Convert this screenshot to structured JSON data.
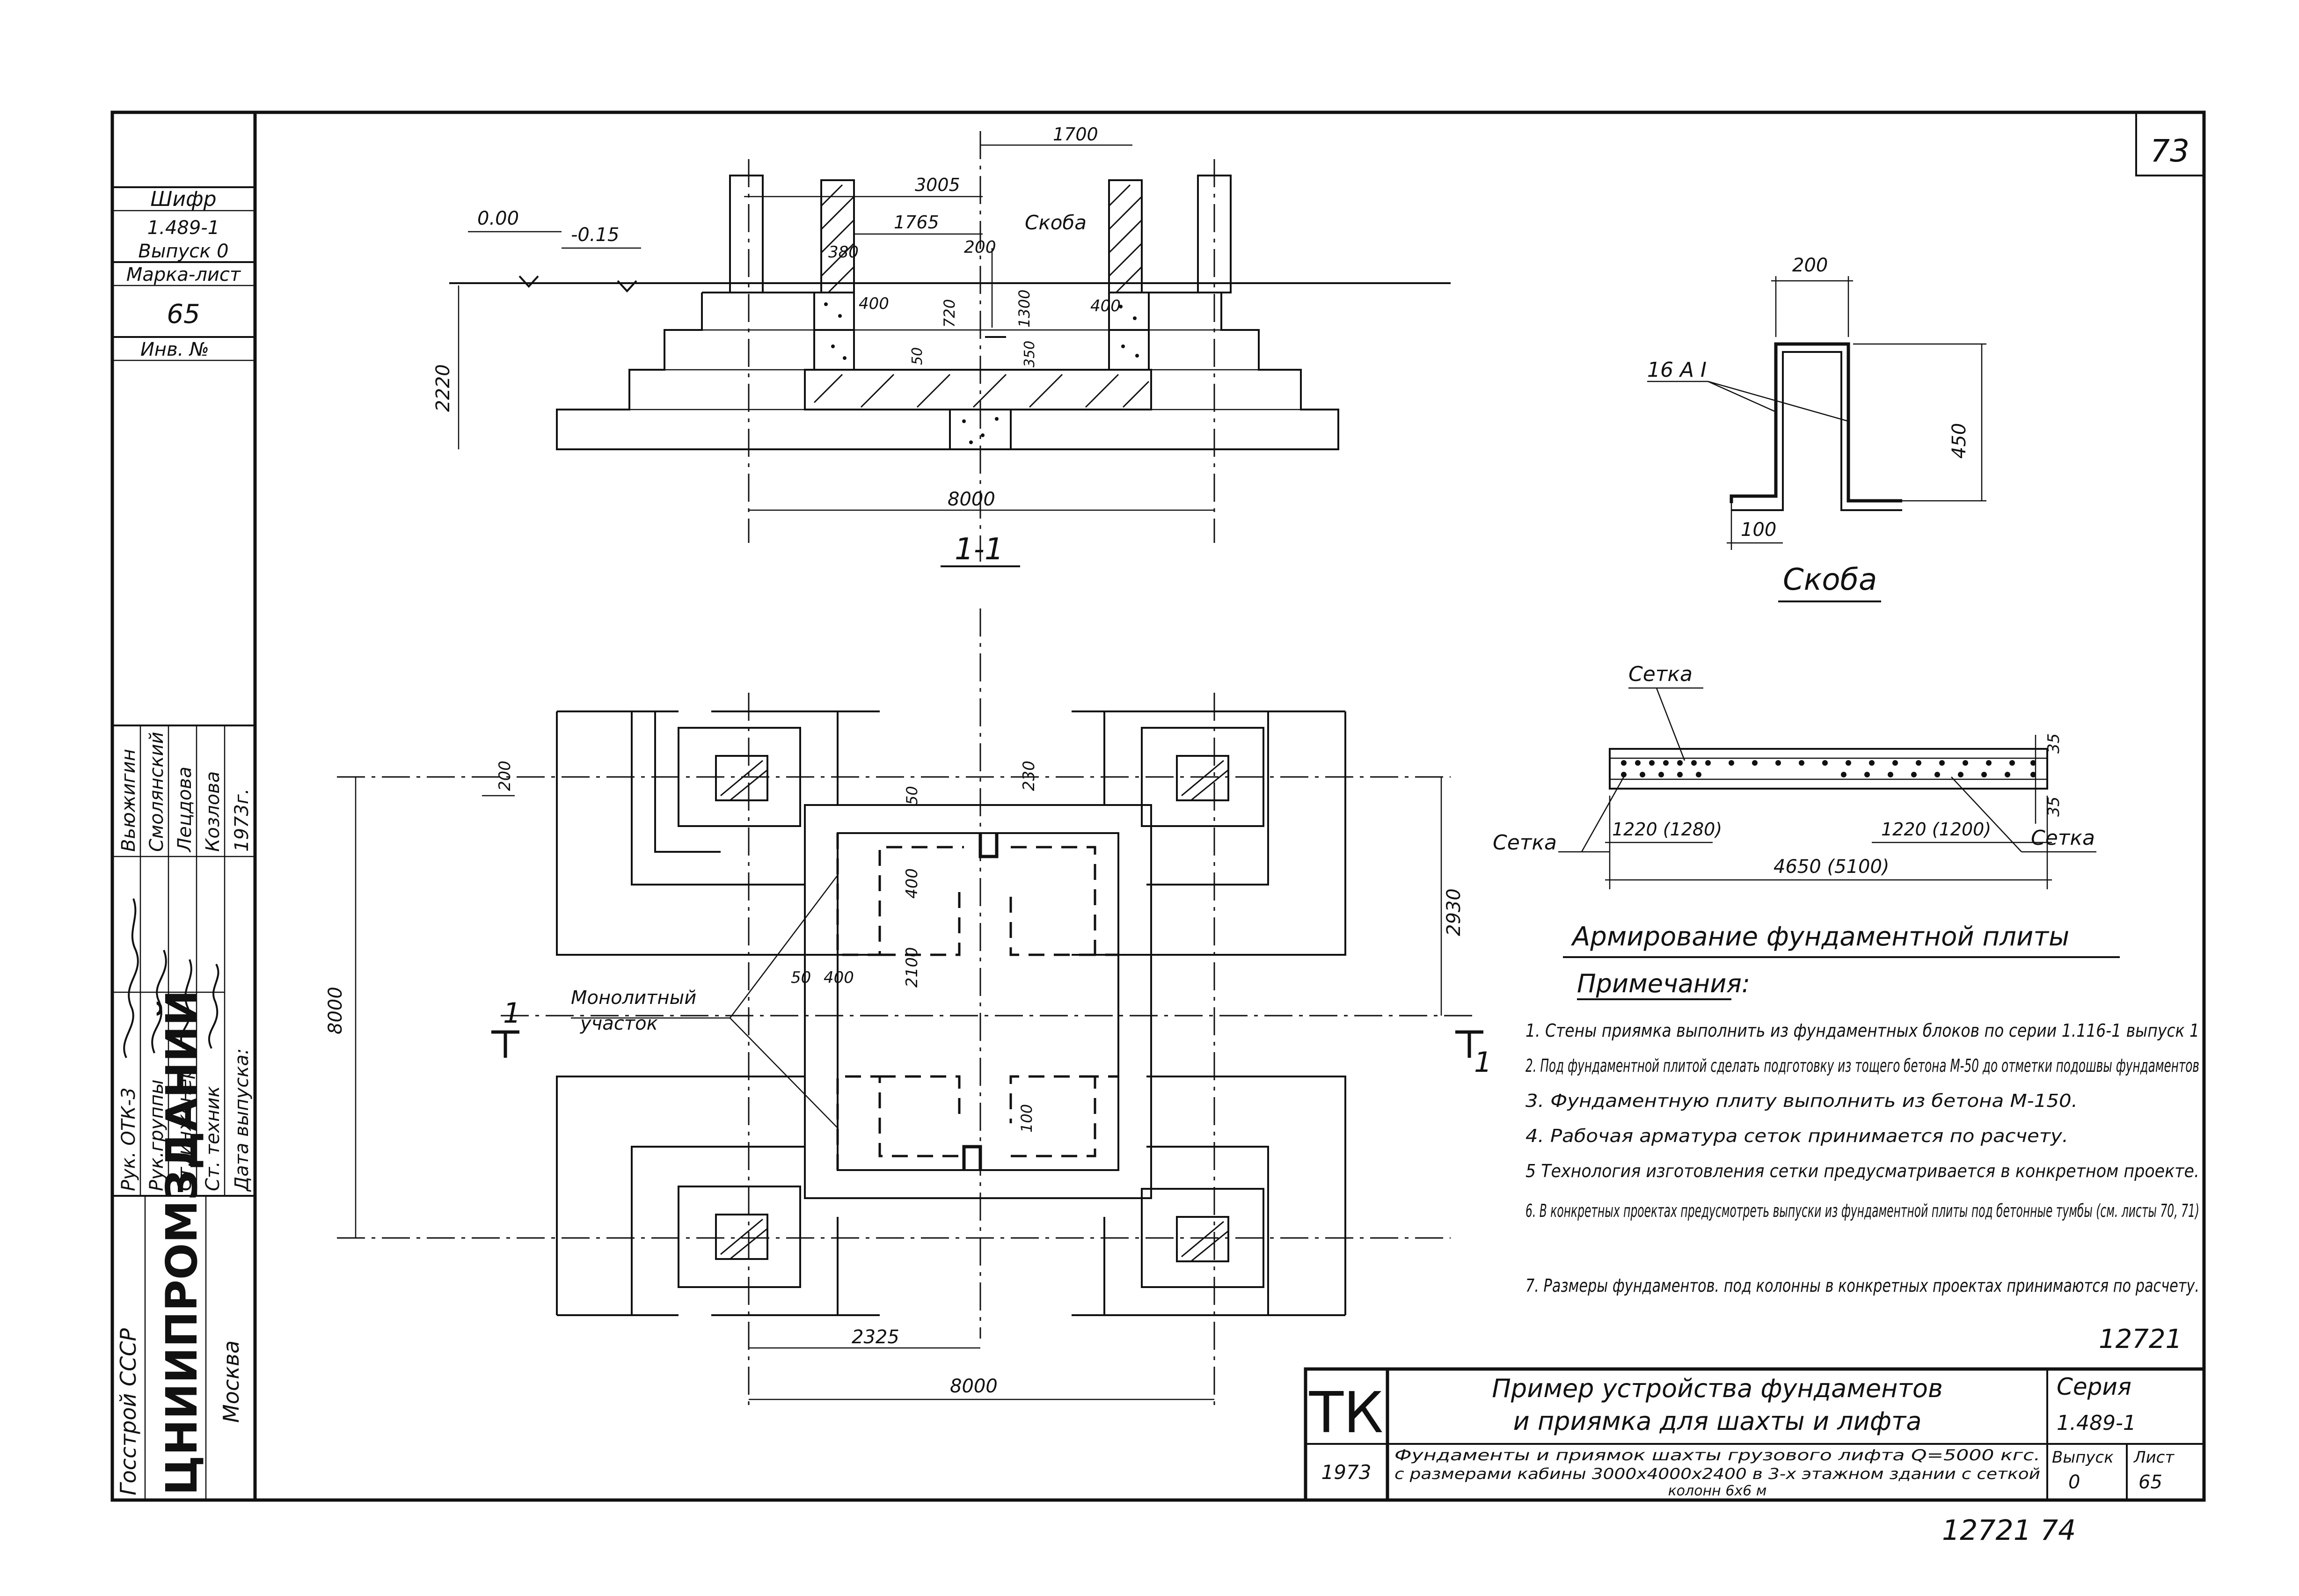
{
  "sheet": {
    "sheet_number": "73",
    "archive_number": "12721",
    "bottom_number": "12721 74"
  },
  "side_stamp": {
    "cipher_label": "Шифр",
    "cipher_value": "1.489-1",
    "issue": "Выпуск 0",
    "mark_sheet_label": "Марка-лист",
    "mark_sheet_value": "65",
    "inv_label": "Инв. №",
    "roles": [
      "Рук. ОТК-3",
      "Рук.группы",
      "Ст. инженер",
      "Ст. техник",
      "Дата выпуска:"
    ],
    "names": [
      "Вьюжигин",
      "Смолянский",
      "Лецдова",
      "Козлова",
      "1973г."
    ],
    "org1": "Госстрой СССР",
    "org2": "ЦНИИПРОМЗДАНИЙ",
    "org3": "Москва"
  },
  "section": {
    "title": "1-1",
    "levels": [
      "0.00",
      "-0.15"
    ],
    "dims": [
      "1700",
      "3005",
      "1765",
      "200",
      "Скоба",
      "380",
      "400",
      "720",
      "1300",
      "400",
      "50",
      "350",
      "2220",
      "8000"
    ]
  },
  "staple": {
    "title": "Скоба",
    "rebar": "16 A I",
    "dims": [
      "200",
      "450",
      "100"
    ]
  },
  "mesh": {
    "labels": [
      "Сетка",
      "Сетка",
      "Сетка"
    ],
    "dims": [
      "35",
      "35",
      "1220 (1280)",
      "1220 (1200)",
      "4650 (5100)"
    ],
    "title": "Армирование фундаментной плиты"
  },
  "plan": {
    "axis_mark_left": "1",
    "axis_mark_right": "1",
    "monolith_label_line1": "Монолитный",
    "monolith_label_line2": "участок",
    "dims": [
      "200",
      "230",
      "50",
      "400",
      "2100",
      "2930",
      "8000",
      "50",
      "400",
      "100",
      "2325",
      "8000"
    ]
  },
  "notes": {
    "title": "Примечания:",
    "items": [
      "1. Стены приямка выполнить из фундаментных блоков по серии 1.116-1 выпуск 1",
      "2. Под фундаментной плитой сделать подготовку из тощего бетона М-50 до отметки подошвы фундаментов",
      "3. Фундаментную плиту выполнить из бетона М-150.",
      "4. Рабочая арматура сеток принимается по расчету.",
      "5 Технология изготовления сетки предусматривается в конкретном проекте.",
      "6. В конкретных проектах предусмотреть выпуски из фундаментной плиты под бетонные тумбы (см. листы 70, 71)",
      "7. Размеры фундаментов. под колонны в конкретных проектах принимаются по расчету."
    ]
  },
  "title_block": {
    "logo": "ТК",
    "year": "1973",
    "title_line1": "Пример устройства фундаментов",
    "title_line2": "и приямка для шахты и лифта",
    "series_label": "Серия",
    "series_value": "1.489-1",
    "desc_line1": "Фундаменты и приямок шахты грузового лифта Q=5000 кгс.",
    "desc_line2": "с размерами кабины 3000х4000х2400 в 3-х этажном здании с сеткой",
    "desc_line3": "колонн 6х6 м",
    "issue_label": "Выпуск",
    "issue_value": "0",
    "sheet_label": "Лист",
    "sheet_value": "65"
  }
}
